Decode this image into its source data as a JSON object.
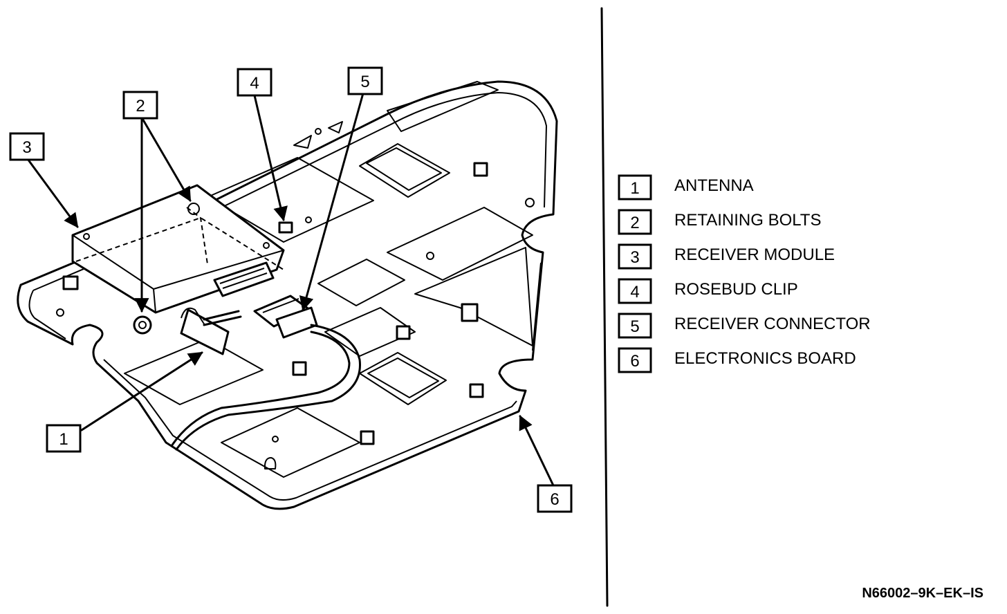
{
  "callouts": [
    {
      "num": "1"
    },
    {
      "num": "2"
    },
    {
      "num": "3"
    },
    {
      "num": "4"
    },
    {
      "num": "5"
    },
    {
      "num": "6"
    }
  ],
  "legend": [
    {
      "num": "1",
      "label": "ANTENNA"
    },
    {
      "num": "2",
      "label": "RETAINING BOLTS"
    },
    {
      "num": "3",
      "label": "RECEIVER MODULE"
    },
    {
      "num": "4",
      "label": "ROSEBUD CLIP"
    },
    {
      "num": "5",
      "label": "RECEIVER CONNECTOR"
    },
    {
      "num": "6",
      "label": "ELECTRONICS BOARD"
    }
  ],
  "figure_code": "N66002–9K–EK–IS"
}
